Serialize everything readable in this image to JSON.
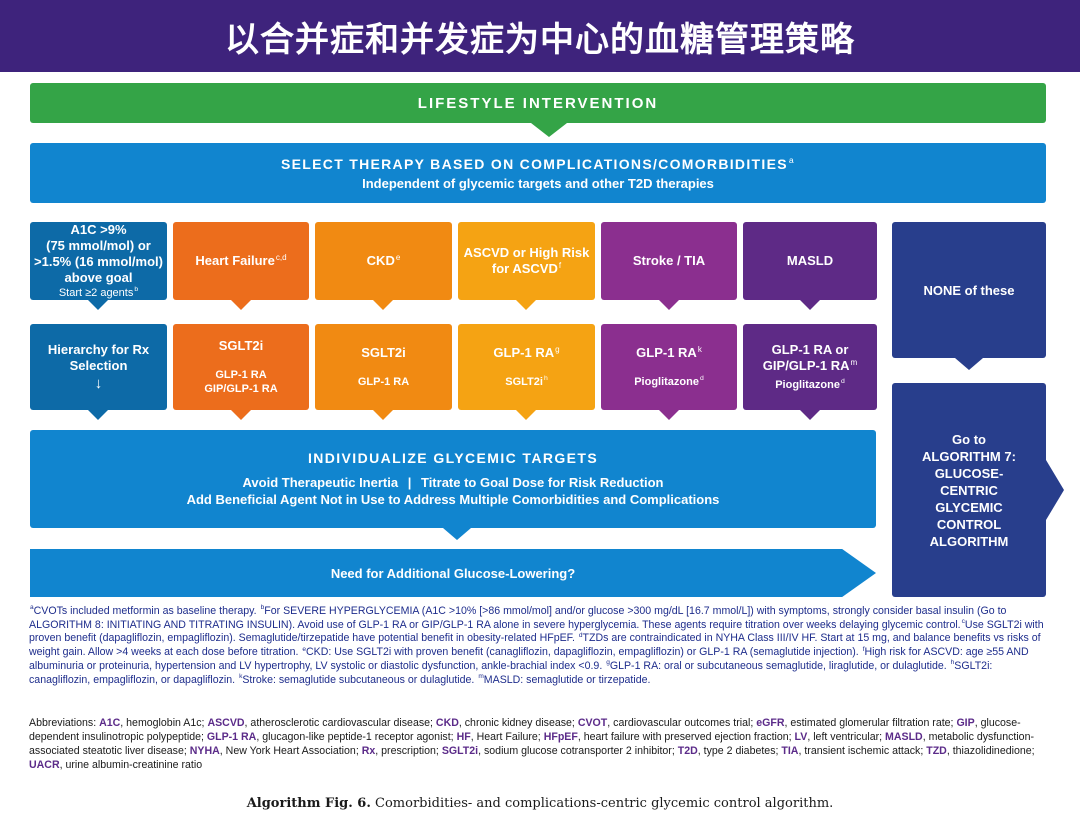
{
  "banner": {
    "title": "以合并症和并发症为中心的血糖管理策略"
  },
  "lifestyle": {
    "label": "LIFESTYLE INTERVENTION"
  },
  "select": {
    "title": "SELECT THERAPY BASED ON COMPLICATIONS/COMORBIDITIES",
    "title_sup": "a",
    "subtitle": "Independent of glycemic targets and other T2D therapies"
  },
  "conditions": [
    {
      "lines": [
        "A1C >9%",
        "(75 mmol/mol) or",
        ">1.5% (16 mmol/mol)",
        "above goal"
      ],
      "sub": "Start ≥2 agents",
      "sub_sup": "b"
    },
    {
      "label": "Heart Failure",
      "sup": "c,d"
    },
    {
      "label": "CKD",
      "sup": "e"
    },
    {
      "label": "ASCVD or High Risk",
      "label2": "for ASCVD",
      "sup": "f"
    },
    {
      "label": "Stroke / TIA"
    },
    {
      "label": "MASLD"
    }
  ],
  "therapies": [
    {
      "label": "Hierarchy for Rx",
      "label2": "Selection",
      "arrow": "↓"
    },
    {
      "primary": "SGLT2i",
      "secondary": "GLP-1 RA",
      "secondary2": "GIP/GLP-1 RA"
    },
    {
      "primary": "SGLT2i",
      "secondary": "GLP-1 RA"
    },
    {
      "primary": "GLP-1 RA",
      "primary_sup": "g",
      "secondary": "SGLT2i",
      "secondary_sup": "h"
    },
    {
      "primary": "GLP-1 RA",
      "primary_sup": "k",
      "secondary": "Pioglitazone",
      "secondary_sup": "d"
    },
    {
      "primary": "GLP-1 RA or",
      "primary2": "GIP/GLP-1 RA",
      "primary_sup": "m",
      "secondary": "Pioglitazone",
      "secondary_sup": "d"
    }
  ],
  "none": {
    "label": "NONE of these"
  },
  "goto": {
    "lines": [
      "Go to",
      "ALGORITHM 7:",
      "GLUCOSE-",
      "CENTRIC",
      "GLYCEMIC",
      "CONTROL",
      "ALGORITHM"
    ]
  },
  "individualize": {
    "title": "INDIVIDUALIZE GLYCEMIC TARGETS",
    "line1a": "Avoid Therapeutic Inertia",
    "line1sep": "|",
    "line1b": "Titrate to Goal Dose for Risk Reduction",
    "line2": "Add Beneficial Agent Not in Use to Address Multiple Comorbidities and Complications"
  },
  "need": {
    "label": "Need for Additional Glucose-Lowering?"
  },
  "footnotes": [
    {
      "sup": "a",
      "text": "CVOTs included metformin as baseline therapy. "
    },
    {
      "sup": "b",
      "text": "For SEVERE HYPERGLYCEMIA (A1C >10% [>86 mmol/mol] and/or glucose >300 mg/dL [16.7 mmol/L]) with symptoms, strongly consider basal insulin (Go to ALGORITHM 8: INITIATING AND TITRATING INSULIN). Avoid use of GLP-1 RA or GIP/GLP-1 RA alone in severe hyperglycemia. These agents require titration over weeks delaying glycemic control."
    },
    {
      "sup": "c",
      "text": "Use SGLT2i with proven benefit (dapagliflozin, empagliflozin). Semaglutide/tirzepatide have potential benefit in obesity-related HFpEF. "
    },
    {
      "sup": "d",
      "text": "TZDs are contraindicated in NYHA Class III/IV HF. Start at 15 mg, and balance benefits vs risks of weight gain. Allow >4 weeks at each dose before titration. "
    },
    {
      "sup": "e",
      "text": "CKD: Use SGLT2i with proven benefit (canagliflozin, dapagliflozin, empagliflozin) or GLP-1 RA (semaglutide injection). "
    },
    {
      "sup": "f",
      "text": "High risk for ASCVD: age ≥55 AND albuminuria or proteinuria, hypertension and LV hypertrophy, LV systolic or diastolic dysfunction, ankle-brachial index <0.9. "
    },
    {
      "sup": "g",
      "text": "GLP-1 RA: oral or subcutaneous semaglutide, liraglutide, or dulaglutide. "
    },
    {
      "sup": "h",
      "text": "SGLT2i: canagliflozin, empagliflozin, or dapagliflozin. "
    },
    {
      "sup": "k",
      "text": "Stroke: semaglutide subcutaneous or dulaglutide. "
    },
    {
      "sup": "m",
      "text": "MASLD: semaglutide or tirzepatide."
    }
  ],
  "abbreviations": {
    "intro": "Abbreviations: ",
    "items": [
      {
        "abbr": "A1C",
        "def": ", hemoglobin A1c; "
      },
      {
        "abbr": "ASCVD",
        "def": ", atherosclerotic cardiovascular disease; "
      },
      {
        "abbr": "CKD",
        "def": ", chronic kidney disease; "
      },
      {
        "abbr": "CVOT",
        "def": ", cardiovascular outcomes trial; "
      },
      {
        "abbr": "eGFR",
        "def": ", estimated glomerular filtration rate; "
      },
      {
        "abbr": "GIP",
        "def": ", glucose-dependent insulinotropic polypeptide; "
      },
      {
        "abbr": "GLP-1 RA",
        "def": ", glucagon-like peptide-1 receptor agonist; "
      },
      {
        "abbr": "HF",
        "def": ", Heart Failure; "
      },
      {
        "abbr": "HFpEF",
        "def": ", heart failure with preserved ejection fraction; "
      },
      {
        "abbr": "LV",
        "def": ", left ventricular; "
      },
      {
        "abbr": "MASLD",
        "def": ", metabolic dysfunction-associated steatotic liver disease; "
      },
      {
        "abbr": "NYHA",
        "def": ", New York Heart Association; "
      },
      {
        "abbr": "Rx",
        "def": ", prescription; "
      },
      {
        "abbr": "SGLT2i",
        "def": ", sodium glucose cotransporter 2 inhibitor; "
      },
      {
        "abbr": "T2D",
        "def": ", type 2 diabetes; "
      },
      {
        "abbr": "TIA",
        "def": ", transient ischemic attack; "
      },
      {
        "abbr": "TZD",
        "def": ", thiazolidinedione; "
      },
      {
        "abbr": "UACR",
        "def": ", urine albumin-creatinine ratio"
      }
    ]
  },
  "caption": {
    "label": "Algorithm Fig. 6.",
    "text": " Comorbidities- and complications-centric glycemic control algorithm."
  }
}
